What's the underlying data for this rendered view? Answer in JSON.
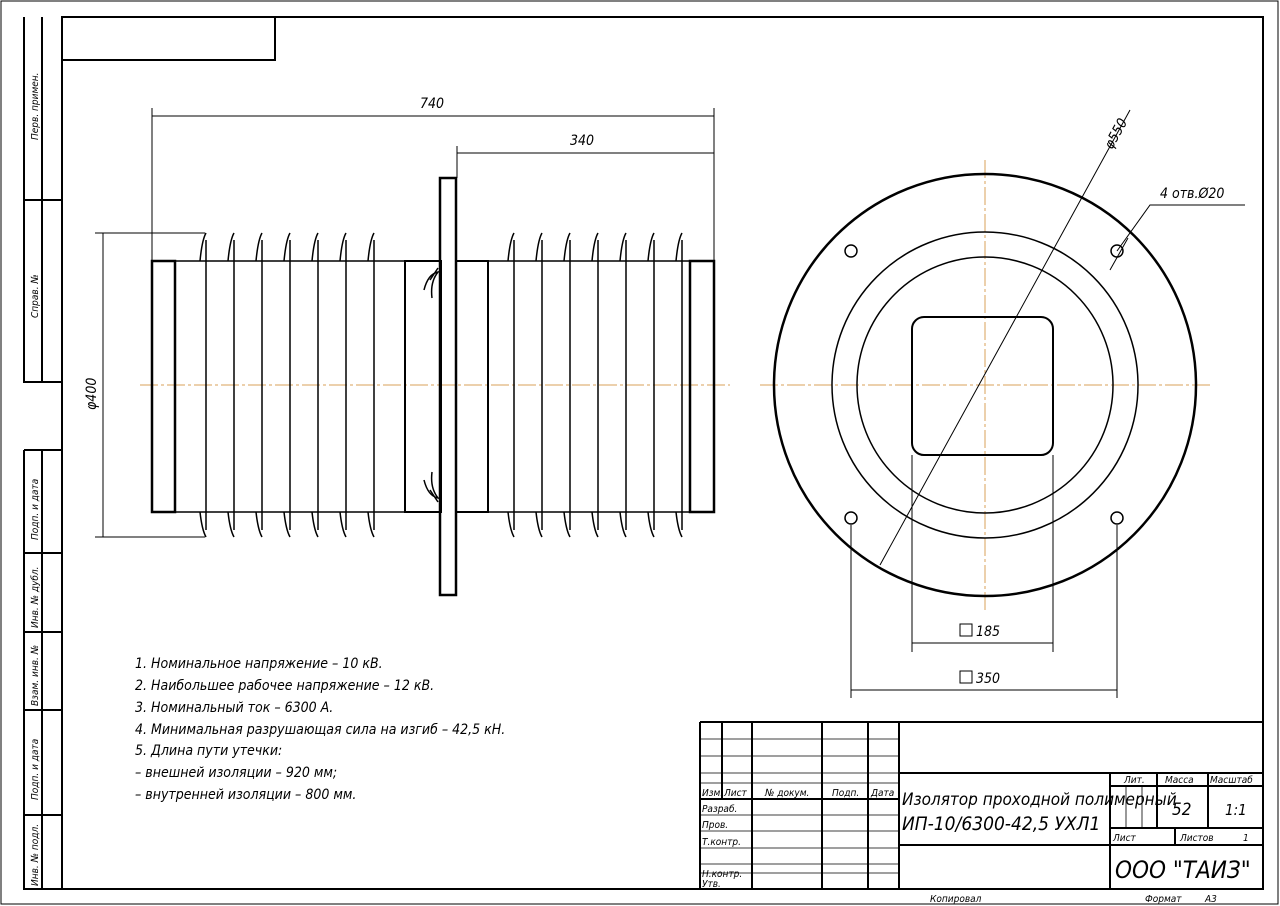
{
  "side_strip": [
    "Перв. примен.",
    "Справ. №",
    "Подп. и дата",
    "Инв. № дубл.",
    "Взам. инв. №",
    "Подп. и дата",
    "Инв. № подл."
  ],
  "dims": {
    "length": "740",
    "half": "340",
    "diameter": "φ400",
    "outer": "φ550",
    "holes": "4 отв.Ø20",
    "sq_inner": "185",
    "sq_outer": "350"
  },
  "notes": [
    "1. Номинальное напряжение – 10 кВ.",
    "2. Наибольшее рабочее напряжение – 12 кВ.",
    "3. Номинальный ток – 6300 А.",
    "4. Минимальная разрушающая сила на изгиб – 42,5 кН.",
    "5.   Длина пути утечки:",
    "– внешней изоляции – 920 мм;",
    "– внутренней изоляции – 800 мм."
  ],
  "title_block": {
    "headers": [
      "Изм.",
      "Лист",
      "№ докум.",
      "Подп.",
      "Дата"
    ],
    "roles": [
      "Разраб.",
      "Пров.",
      "Т.контр.",
      "Н.контр.",
      "Утв."
    ],
    "name_line1": "Изолятор проходной полимерный",
    "name_line2": "ИП-10/6300-42,5 УХЛ1",
    "lit": "Лит.",
    "mass_label": "Масса",
    "scale_label": "Масштаб",
    "mass": "52",
    "scale": "1:1",
    "sheet": "Лист",
    "sheets": "Листов",
    "sheets_value": "1",
    "company": "ООО \"ТАИЗ\"",
    "copied": "Копировал",
    "format": "Формат",
    "format_value": "А3"
  }
}
